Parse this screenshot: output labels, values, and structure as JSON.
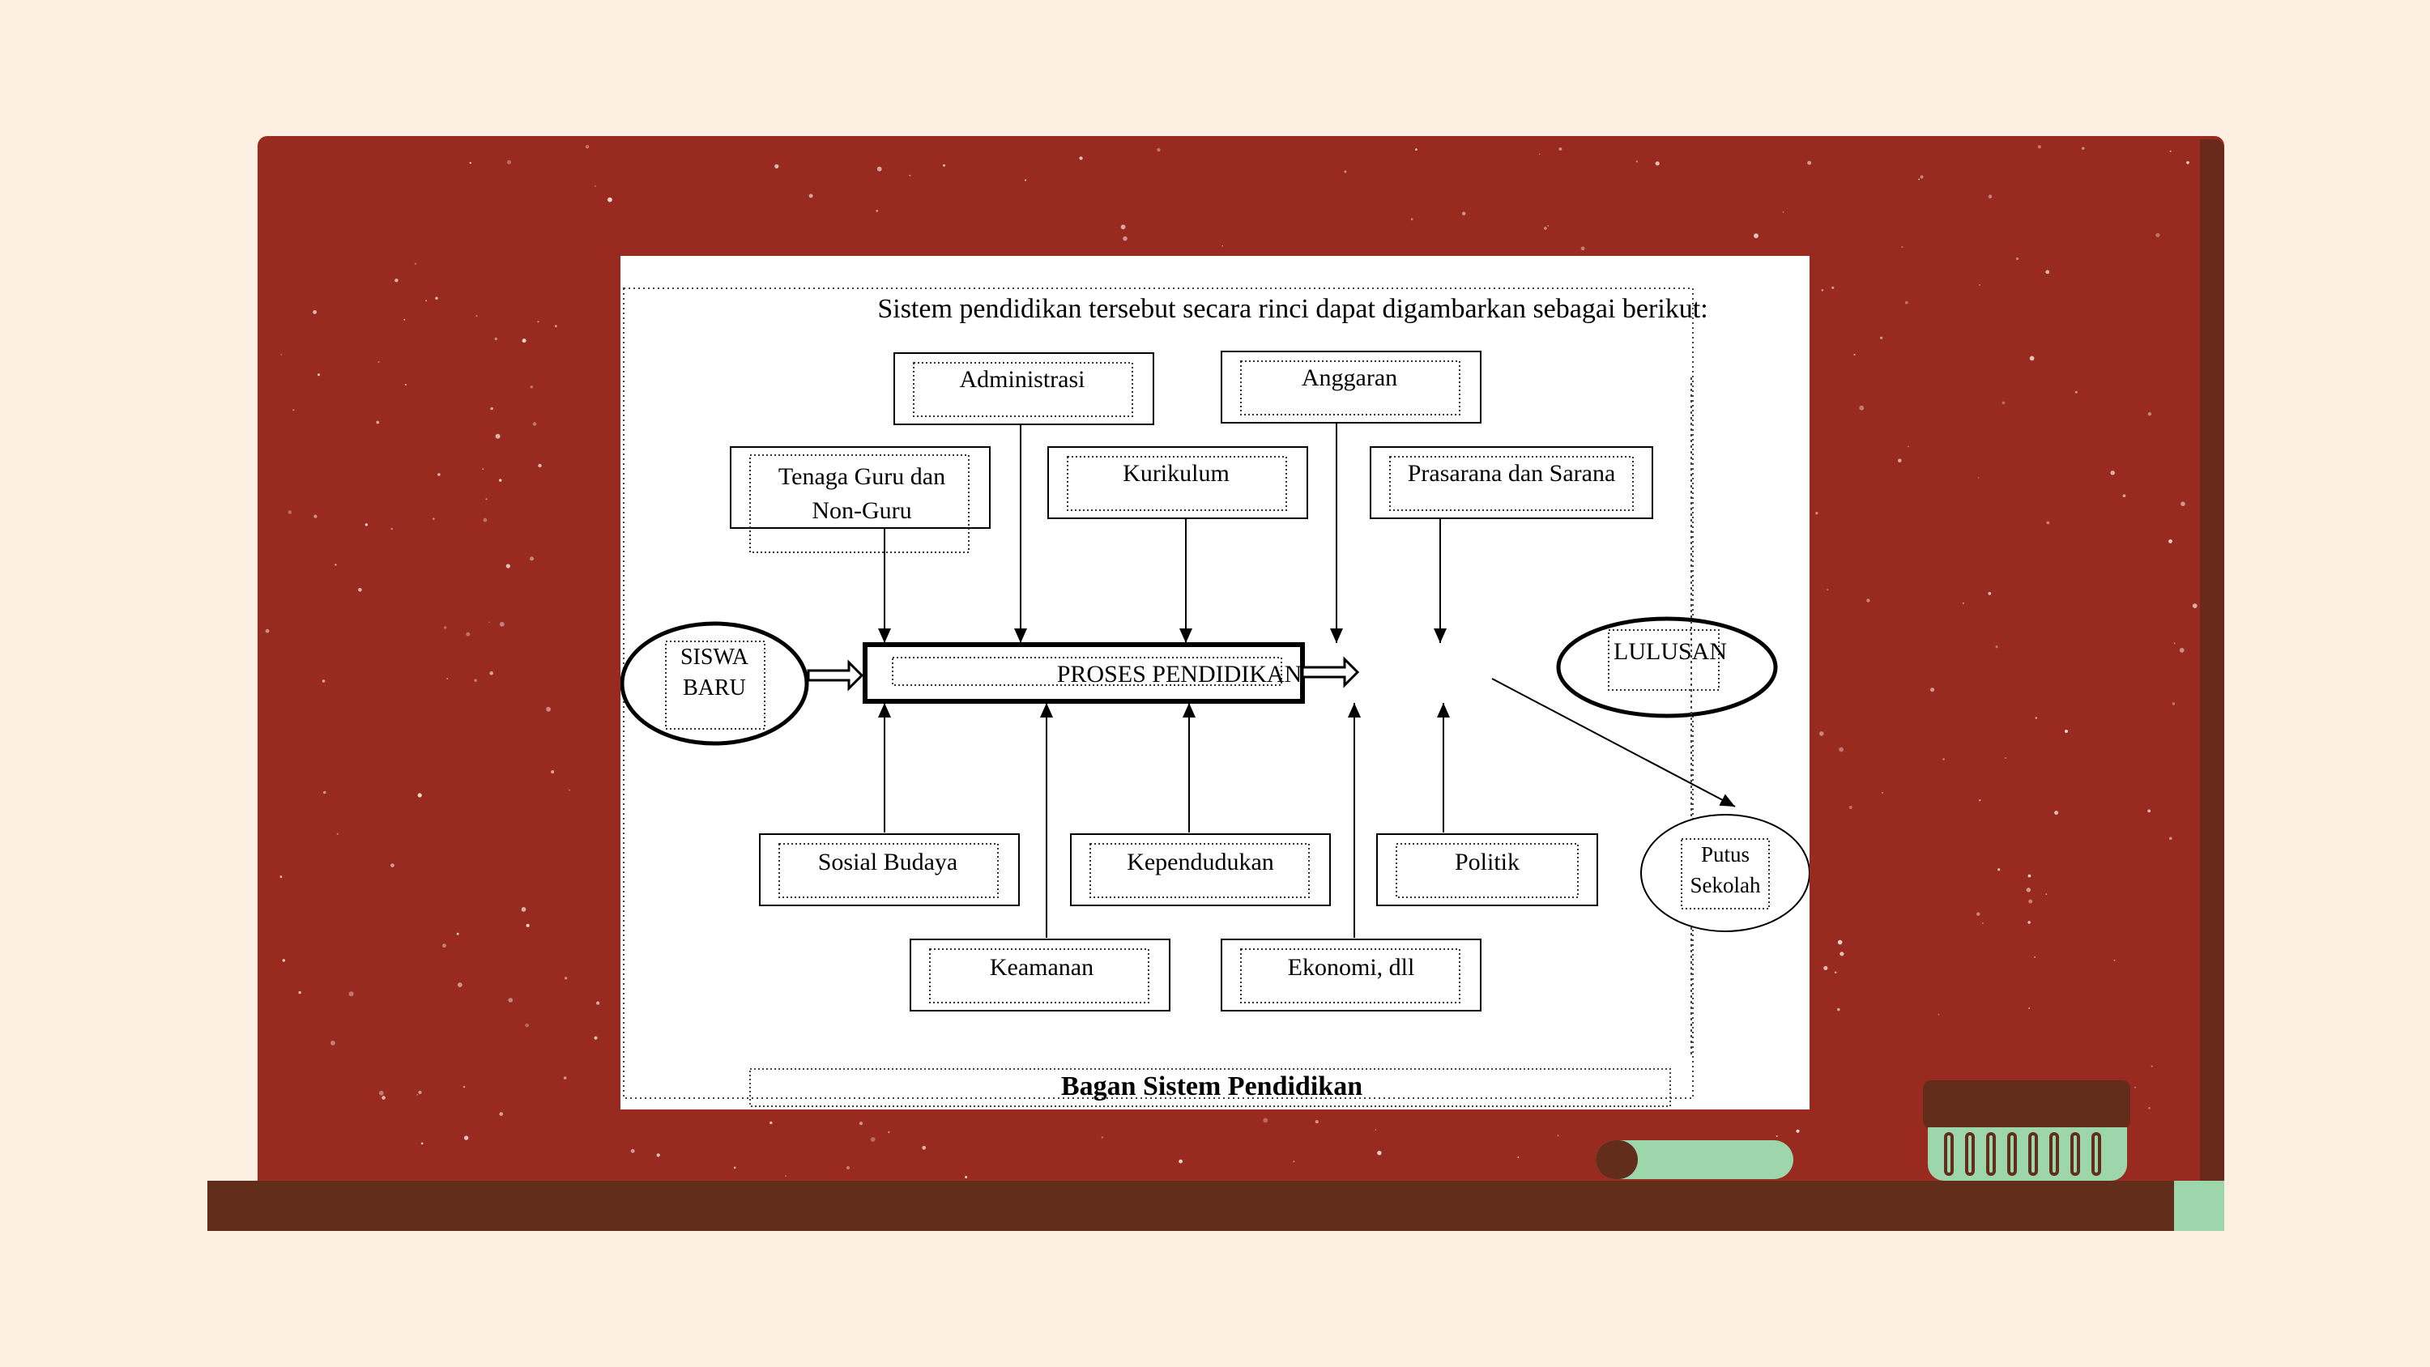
{
  "colors": {
    "background": "#fdf0e2",
    "board": "#982a20",
    "board_ledge": "#622d1b",
    "chalk": "#9ed6ab",
    "paper": "#ffffff",
    "ink": "#000000"
  },
  "diagram": {
    "intro": "Sistem pendidikan tersebut secara rinci dapat digambarkan sebagai berikut:",
    "input": {
      "line1": "SISWA",
      "line2": "BARU"
    },
    "process": "PROSES PENDIDIKAN",
    "output": "LULUSAN",
    "dropout": {
      "line1": "Putus",
      "line2": "Sekolah"
    },
    "top_inputs": {
      "administrasi": "Administrasi",
      "anggaran": "Anggaran",
      "tenaga_line1": "Tenaga Guru dan",
      "tenaga_line2": "Non-Guru",
      "kurikulum": "Kurikulum",
      "prasarana": "Prasarana dan Sarana"
    },
    "bottom_inputs": {
      "sosial_budaya": "Sosial Budaya",
      "kependudukan": "Kependudukan",
      "politik": "Politik",
      "keamanan": "Keamanan",
      "ekonomi": "Ekonomi, dll"
    },
    "caption": "Bagan Sistem Pendidikan"
  }
}
